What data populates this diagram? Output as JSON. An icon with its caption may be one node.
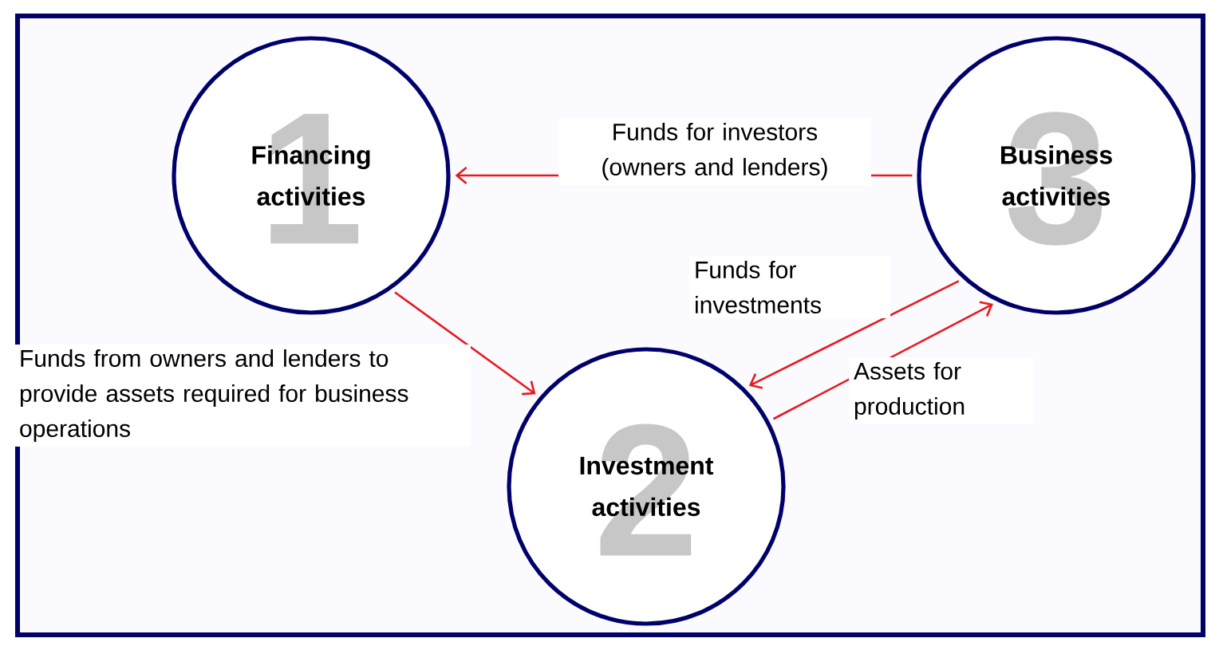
{
  "diagram": {
    "nodes": [
      {
        "text": [
          "1",
          "Financing activities"
        ]
      },
      {
        "text": [
          "2",
          "Investment activities"
        ]
      },
      {
        "text": [
          "3",
          "Business activities"
        ]
      }
    ],
    "edges": [
      {
        "from": 2,
        "to": 0,
        "arrow": "to",
        "label": "Funds for investors (owners and lenders)"
      },
      {
        "from": 0,
        "to": 1,
        "arrow": "to",
        "label": "Funds from owners and lenders to provide assets required for business operations"
      },
      {
        "from": 2,
        "to": 1,
        "arrow": "to",
        "label": "Funds for investments"
      },
      {
        "from": 1,
        "to": 2,
        "arrow": "to",
        "label": "Assets for production"
      }
    ]
  }
}
